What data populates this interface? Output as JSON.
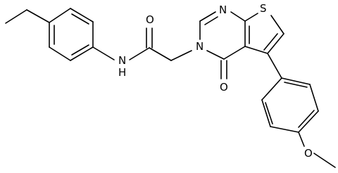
{
  "atom_labels": {
    "amide_n": "N",
    "amide_h": "H",
    "carbonyl_o1": "O",
    "ring_n3": "N",
    "ring_n1": "N",
    "thiophene_s": "S",
    "ring_o4": "O",
    "ether_o": "O"
  },
  "colors": {
    "bond": "#000000",
    "background": "#ffffff"
  }
}
